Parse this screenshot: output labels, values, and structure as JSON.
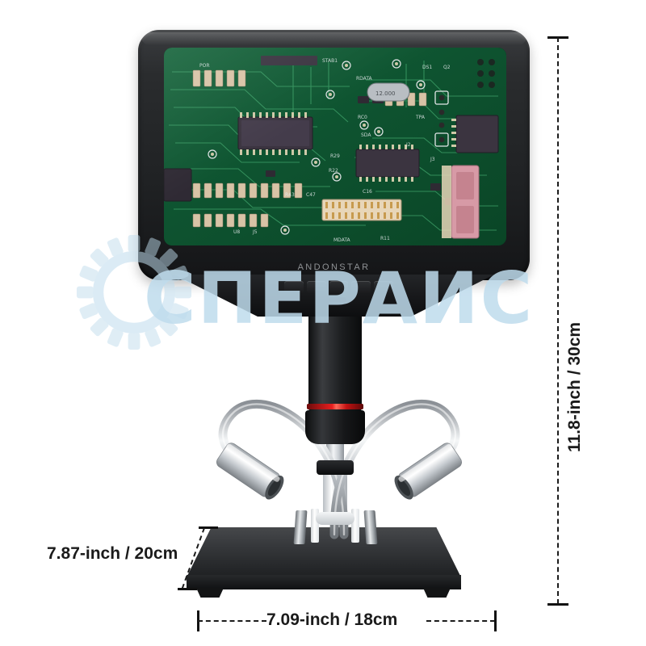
{
  "product": {
    "brand": "ANDONSTAR",
    "type": "digital-microscope",
    "screen_content": "printed-circuit-board"
  },
  "dimensions": {
    "height": {
      "label": "11.8-inch / 30cm",
      "orientation": "vertical",
      "position": "right"
    },
    "depth": {
      "label": "7.87-inch / 20cm",
      "orientation": "diagonal",
      "position": "left"
    },
    "width": {
      "label": "7.09-inch / 18cm",
      "orientation": "horizontal",
      "position": "bottom"
    }
  },
  "watermark": {
    "text": "СПЕРАИС",
    "logo": "gear-icon",
    "color": "#bfdced"
  },
  "colors": {
    "body": "#1e2022",
    "accent_red": "#e81f1f",
    "pcb_green": "#0f5a33",
    "metal": "#d7dbde",
    "watermark": "#bfdced",
    "annotation": "#1b1b1b"
  },
  "controls": {
    "bezel_buttons": [
      "button-1",
      "button-2",
      "button-3",
      "button-4",
      "button-5"
    ],
    "port": "usb-port"
  },
  "lamps": [
    {
      "name": "left-gooseneck-lamp"
    },
    {
      "name": "right-gooseneck-lamp"
    }
  ]
}
